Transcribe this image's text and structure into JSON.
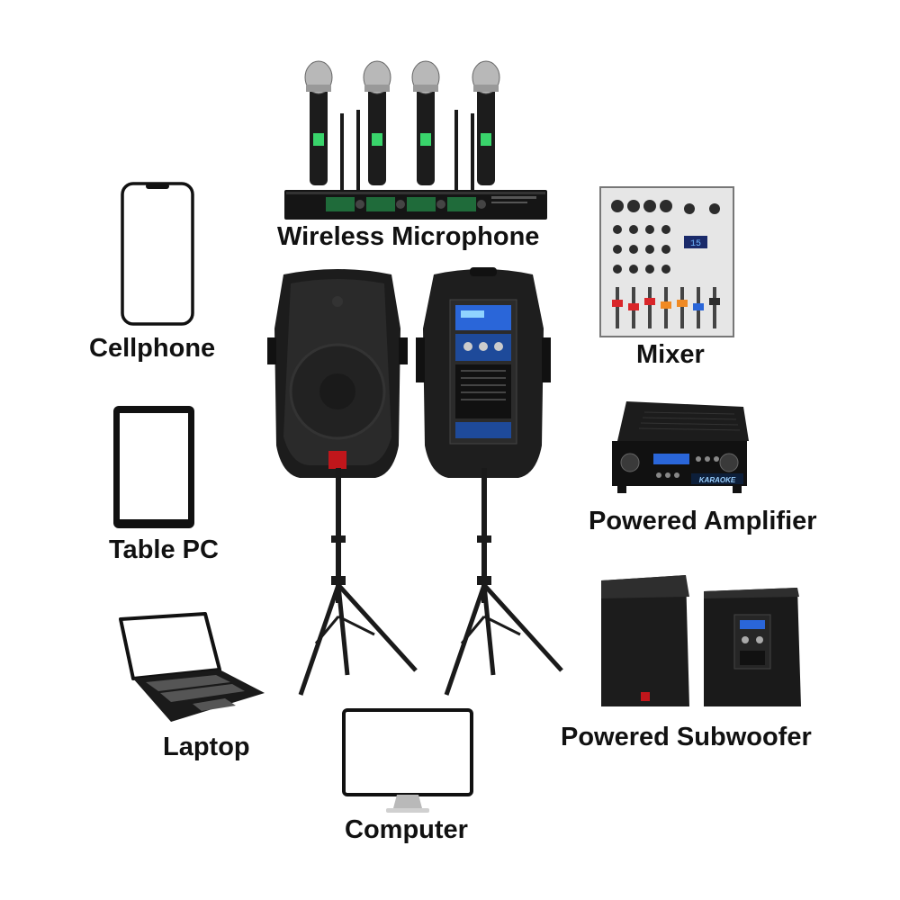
{
  "labels": {
    "wireless_microphone": "Wireless Microphone",
    "cellphone": "Cellphone",
    "mixer": "Mixer",
    "table_pc": "Table PC",
    "powered_amplifier": "Powered Amplifier",
    "laptop": "Laptop",
    "powered_subwoofer": "Powered Subwoofer",
    "computer": "Computer"
  },
  "device_text": {
    "amplifier_badge": "KARAOKE",
    "mixer_display": "15"
  },
  "colors": {
    "device_body": "#1c1c1c",
    "outline": "#111111",
    "mixer_panel": "#e6e6e6",
    "accent_green": "#39d46b",
    "accent_blue": "#2a66d9",
    "accent_red": "#d9262a"
  },
  "icons": [
    "cellphone-icon",
    "tablet-icon",
    "laptop-icon",
    "computer-monitor-icon"
  ]
}
